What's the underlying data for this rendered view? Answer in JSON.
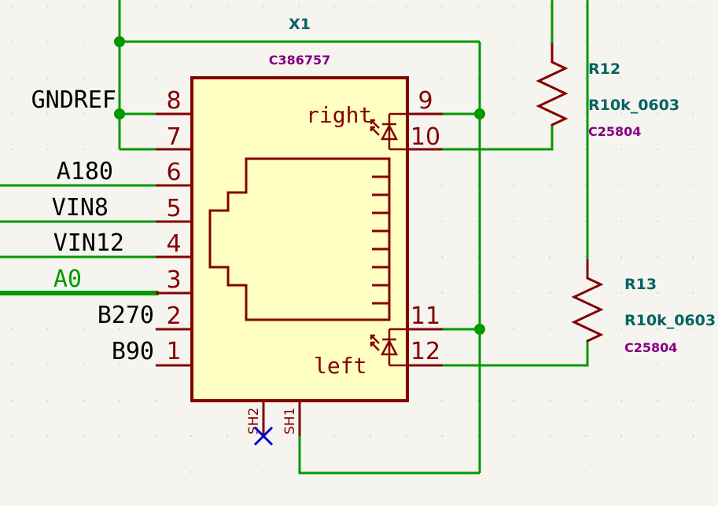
{
  "colors": {
    "background": "#f5f4ef",
    "wire": "#009900",
    "body_outline": "#840000",
    "body_fill": "#ffffc2",
    "pin_text": "#840000",
    "ref_text": "#006464",
    "value_text": "#006464",
    "footprint_text": "#840084",
    "net_text": "#000000",
    "net_text_green": "#009900",
    "junction": "#009900",
    "noconnect": "#0000c8"
  },
  "connector": {
    "reference": "X1",
    "lcsc": "C386757",
    "led_right_label": "right",
    "led_left_label": "left",
    "pins_left": [
      {
        "num": "8"
      },
      {
        "num": "7"
      },
      {
        "num": "6"
      },
      {
        "num": "5"
      },
      {
        "num": "4"
      },
      {
        "num": "3"
      },
      {
        "num": "2"
      },
      {
        "num": "1"
      }
    ],
    "pins_right": [
      {
        "num": "9"
      },
      {
        "num": "10"
      },
      {
        "num": "11"
      },
      {
        "num": "12"
      }
    ],
    "shield_pins": [
      {
        "num": "SH2"
      },
      {
        "num": "SH1"
      }
    ]
  },
  "nets": {
    "gndref": "GNDREF",
    "a180": "A180",
    "vin8": "VIN8",
    "vin12": "VIN12",
    "a0": "A0",
    "b270": "B270",
    "b90": "B90"
  },
  "resistors": [
    {
      "ref": "R12",
      "value": "R10k_0603",
      "lcsc": "C25804"
    },
    {
      "ref": "R13",
      "value": "R10k_0603",
      "lcsc": "C25804"
    }
  ]
}
